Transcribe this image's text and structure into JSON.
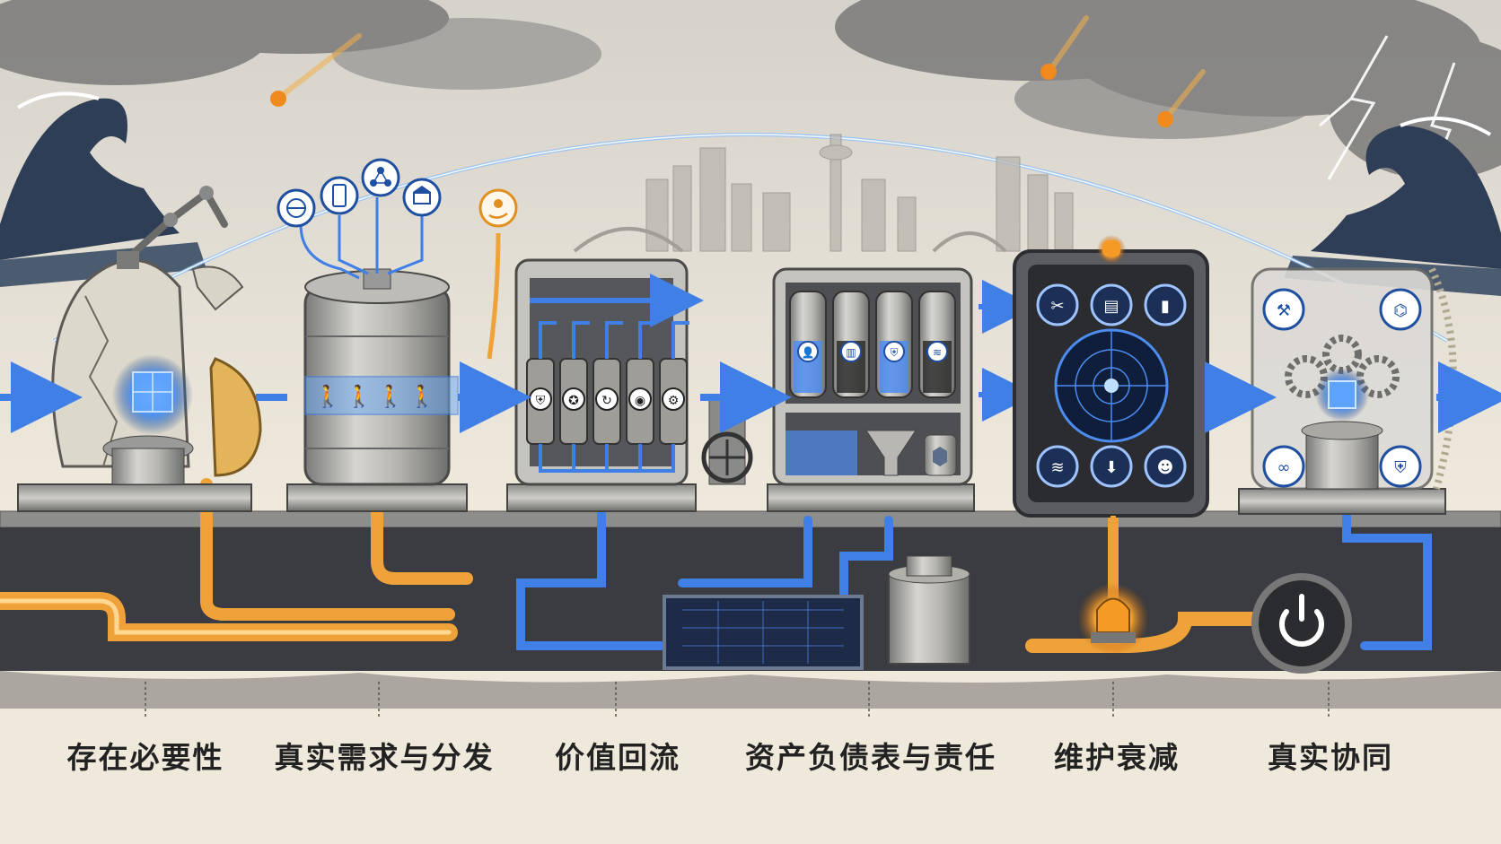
{
  "stages": [
    {
      "id": "necessity",
      "label": "存在必要性",
      "icon": "cracked-egg-cube-icon"
    },
    {
      "id": "demand",
      "label": "真实需求与分发",
      "icon": "walking-people-tank-icon",
      "top_icons": [
        "globe-icon",
        "phone-icon",
        "network-icon",
        "bank-icon",
        "hand-coin-icon"
      ]
    },
    {
      "id": "value",
      "label": "价值回流",
      "icon": "filter-cylinders-icon",
      "filter_icons": [
        "shield-icon",
        "award-icon",
        "refresh-icon",
        "eye-icon",
        "gear-icon"
      ]
    },
    {
      "id": "balance",
      "label": "资产负债表与责任",
      "icon": "storage-tanks-icon",
      "tank_icons": [
        "person-icon",
        "city-icon",
        "shield-star-icon",
        "database-icon"
      ]
    },
    {
      "id": "maintenance",
      "label": "维护衰减",
      "icon": "radar-panel-icon",
      "panel_icons": [
        "tools-icon",
        "cart-icon",
        "bar-chart-icon",
        "database-icon",
        "download-icon",
        "team-icon"
      ]
    },
    {
      "id": "collaboration",
      "label": "真实协同",
      "icon": "gears-cube-icon",
      "panel_icons": [
        "robot-arm-icon",
        "network-icon",
        "link-icon",
        "shield-icon"
      ]
    }
  ],
  "colors": {
    "background": "#efe9dc",
    "flow_blue": "#3f7fe6",
    "flow_orange": "#f0a23a",
    "metal": "#9a9a98",
    "ground": "#3b3d42",
    "text": "#222222"
  },
  "decor": {
    "left_decor": [
      "wave-icon",
      "meteor-icon"
    ],
    "right_decor": [
      "storm-cloud-icon",
      "lightning-icon",
      "meteor-icon",
      "wave-icon"
    ],
    "background": "city-skyline-icon",
    "power": "power-button-icon",
    "alarm": "alarm-light-icon"
  }
}
